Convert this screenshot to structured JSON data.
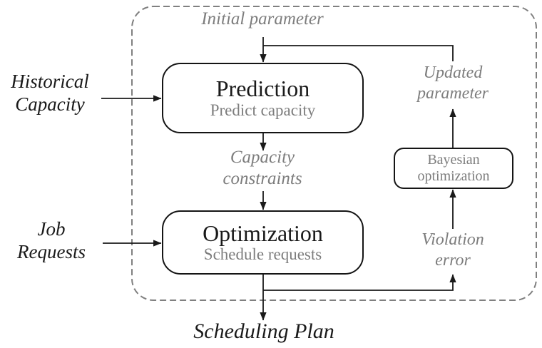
{
  "diagram": {
    "nodes": {
      "prediction": {
        "title": "Prediction",
        "subtitle": "Predict capacity"
      },
      "optimization": {
        "title": "Optimization",
        "subtitle": "Schedule requests"
      },
      "bayesian": {
        "label": "Bayesian\noptimization"
      }
    },
    "labels": {
      "initial_parameter": "Initial parameter",
      "updated_parameter": "Updated\nparameter",
      "capacity_constraints": "Capacity\nconstraints",
      "violation_error": "Violation\nerror",
      "historical_capacity": "Historical\nCapacity",
      "job_requests": "Job\nRequests",
      "scheduling_plan": "Scheduling Plan"
    },
    "colors": {
      "line": "#1a1a1a",
      "gray_text": "#7d7d7d",
      "dashed_border": "#808080",
      "background": "#ffffff"
    }
  }
}
